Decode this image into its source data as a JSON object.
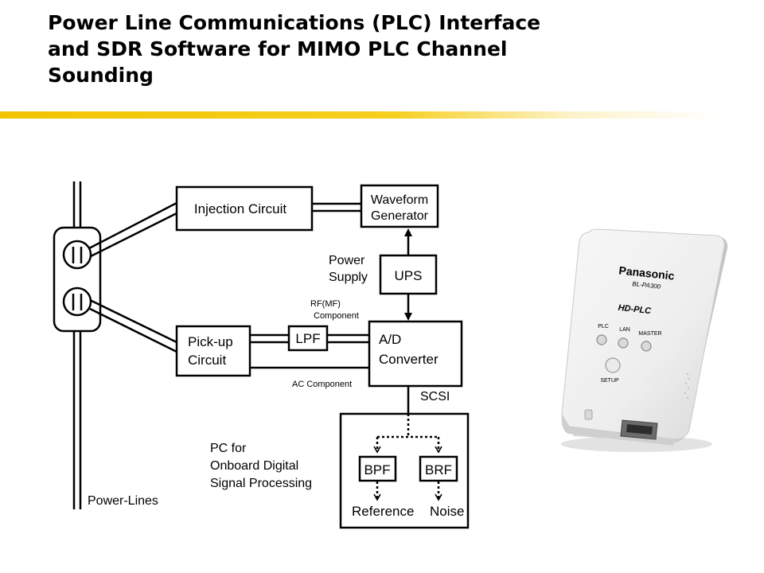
{
  "slide": {
    "title_line1": "Power Line Communications (PLC) Interface",
    "title_line2": "and SDR Software for MIMO PLC Channel",
    "title_line3": "Sounding",
    "accent_color": "#f2c400"
  },
  "diagram": {
    "injection_circuit": "Injection Circuit",
    "waveform_line1": "Waveform",
    "waveform_line2": "Generator",
    "power_supply_line1": "Power",
    "power_supply_line2": "Supply",
    "ups": "UPS",
    "rf_line1": "RF(MF)",
    "rf_line2": "Component",
    "pickup_line1": "Pick-up",
    "pickup_line2": "Circuit",
    "lpf": "LPF",
    "ad_line1": "A/D",
    "ad_line2": "Converter",
    "ac_component": "AC Component",
    "scsi": "SCSI",
    "pc_line1": "PC for",
    "pc_line2": "Onboard Digital",
    "pc_line3": "Signal Processing",
    "bpf": "BPF",
    "brf": "BRF",
    "reference": "Reference",
    "noise": "Noise",
    "power_lines": "Power-Lines"
  },
  "device": {
    "brand": "Panasonic",
    "model": "BL-PA300",
    "standard": "HD-PLC",
    "led_plc": "PLC",
    "led_lan": "LAN",
    "led_master": "MASTER",
    "setup": "SETUP"
  }
}
